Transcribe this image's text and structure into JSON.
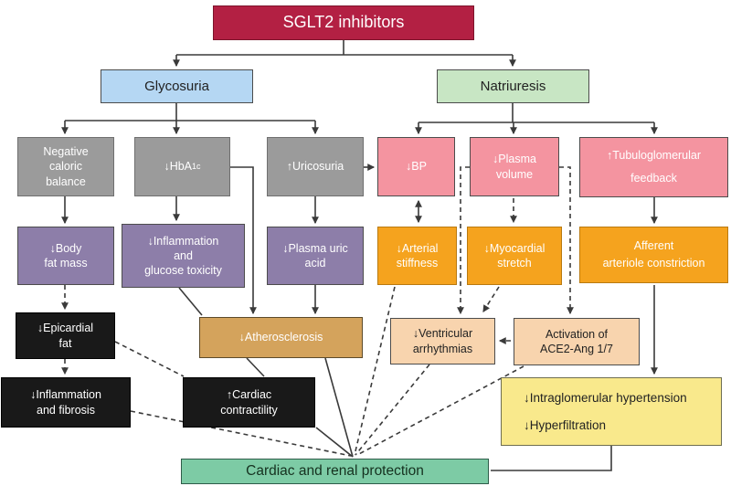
{
  "diagram": {
    "title": "SGLT2 inhibitors",
    "nodes": {
      "sglt2": {
        "label": "SGLT2 inhibitors"
      },
      "glycosuria": {
        "label": "Glycosuria"
      },
      "natriuresis": {
        "label": "Natriuresis"
      },
      "negative_caloric": {
        "label": "Negative\ncaloric\nbalance"
      },
      "hba1c": {
        "prefix": "↓HbA",
        "sub": "1c"
      },
      "uricosuria": {
        "label": "↑Uricosuria"
      },
      "bp": {
        "label": "↓BP"
      },
      "plasma_volume": {
        "label": "↓Plasma\nvolume"
      },
      "tubuloglomerular": {
        "label": "↑Tubuloglomerular\nfeedback"
      },
      "body_fat": {
        "label": "↓Body\nfat mass"
      },
      "inflammation_glucose": {
        "label": "↓Inflammation\nand\nglucose toxicity"
      },
      "plasma_uric": {
        "label": "↓Plasma uric\nacid"
      },
      "arterial_stiffness": {
        "label": "↓Arterial\nstiffness"
      },
      "myocardial_stretch": {
        "label": "↓Myocardial\nstretch"
      },
      "afferent_arteriole": {
        "label": "Afferent\narteriole constriction"
      },
      "epicardial_fat": {
        "label": "↓Epicardial\nfat"
      },
      "atherosclerosis": {
        "label": "↓Atherosclerosis"
      },
      "ventricular_arrhythmias": {
        "label": "↓Ventricular\narrhythmias"
      },
      "ace2": {
        "label": "Activation of\nACE2-Ang 1/7"
      },
      "inflammation_fibrosis": {
        "label": "↓Inflammation\nand fibrosis"
      },
      "cardiac_contractility": {
        "label": "↑Cardiac\ncontractility"
      },
      "renal_effects": {
        "line1": "↓Intraglomerular hypertension",
        "line2": "↓Hyperfiltration"
      },
      "protection": {
        "label": "Cardiac and renal protection"
      }
    },
    "colors": {
      "sglt2_red": "#b32043",
      "glycosuria_blue": "#b5d7f3",
      "natriuresis_green": "#c8e6c4",
      "grey": "#9b9b9b",
      "pink": "#f494a0",
      "purple": "#8d7ea9",
      "orange": "#f5a31e",
      "black": "#191919",
      "tan": "#d4a35c",
      "peach": "#f8d4ae",
      "yellow": "#f9e98c",
      "mint_green": "#7dcba5",
      "line": "#3a3a3a"
    }
  }
}
